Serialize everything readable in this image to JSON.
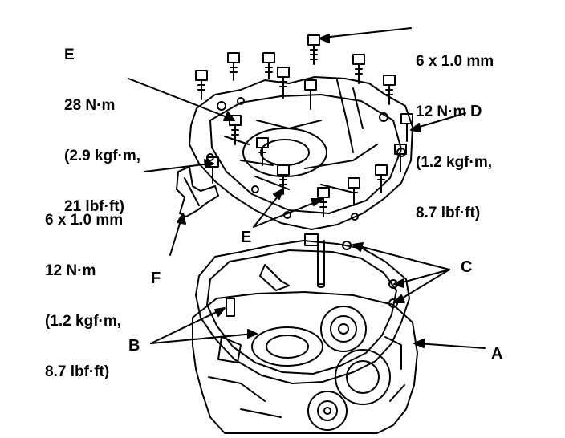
{
  "callouts": {
    "e_top": {
      "letter": "E",
      "lines": [
        "28 N·m",
        "(2.9 kgf·m,",
        "21 lbf·ft)"
      ]
    },
    "spec_top_right": {
      "lines": [
        "6 x 1.0 mm",
        "12 N·m",
        "(1.2 kgf·m,",
        "8.7 lbf·ft)"
      ]
    },
    "spec_left": {
      "lines": [
        "6 x 1.0 mm",
        "12 N·m",
        "(1.2 kgf·m,",
        "8.7 lbf·ft)"
      ]
    }
  },
  "labels": {
    "a": "A",
    "b": "B",
    "c": "C",
    "d": "D",
    "e": "E",
    "f": "F"
  }
}
